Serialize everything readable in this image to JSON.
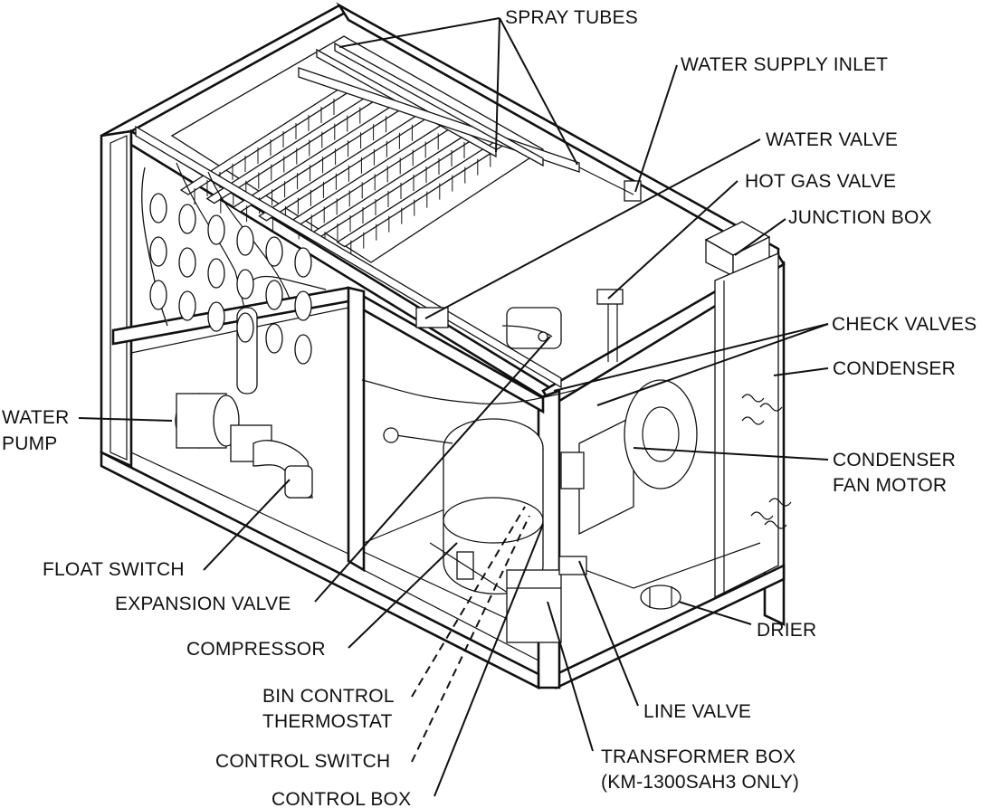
{
  "labels": {
    "spray_tubes": "SPRAY TUBES",
    "water_supply_inlet": "WATER SUPPLY INLET",
    "water_valve": "WATER VALVE",
    "hot_gas_valve": "HOT GAS VALVE",
    "junction_box": "JUNCTION BOX",
    "check_valves": "CHECK VALVES",
    "condenser": "CONDENSER",
    "condenser_fan_motor_1": "CONDENSER",
    "condenser_fan_motor_2": "FAN MOTOR",
    "water_pump_1": "WATER",
    "water_pump_2": "PUMP",
    "float_switch": "FLOAT SWITCH",
    "expansion_valve": "EXPANSION VALVE",
    "compressor": "COMPRESSOR",
    "bin_control_1": "BIN CONTROL",
    "bin_control_2": "THERMOSTAT",
    "control_switch": "CONTROL SWITCH",
    "control_box": "CONTROL BOX",
    "drier": "DRIER",
    "line_valve": "LINE VALVE",
    "transformer_box_1": "TRANSFORMER BOX",
    "transformer_box_2": "(KM-1300SAH3 ONLY)"
  }
}
